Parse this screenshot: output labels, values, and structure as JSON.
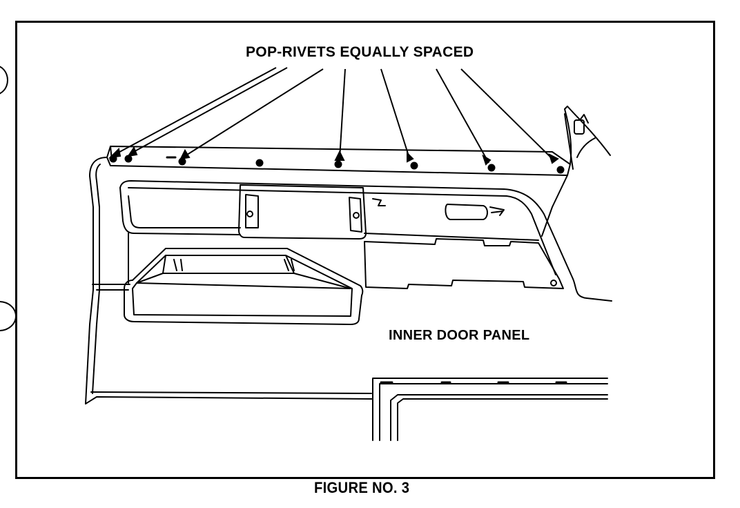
{
  "labels": {
    "rivets_callout": "POP-RIVETS EQUALLY SPACED",
    "panel": "INNER DOOR PANEL",
    "figure_caption": "FIGURE NO. 3"
  },
  "rivets": {
    "count": 8
  }
}
